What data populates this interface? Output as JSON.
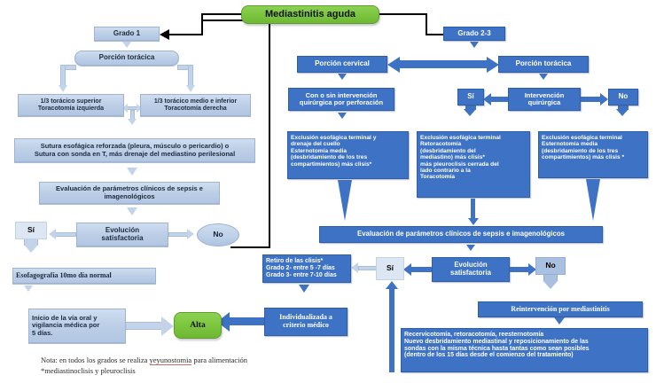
{
  "diagram": {
    "title": "Mediastinitis aguda",
    "type": "flowchart",
    "root": {
      "label": "Mediastinitis aguda"
    },
    "branches": {
      "left": {
        "grade_label": "Grado 1",
        "portion": "Porción torácica",
        "options": [
          {
            "label": "1/3 torácico superior\nToracotomía izquierda"
          },
          {
            "label": "1/3 torácico medio e inferior\nToracotomía derecha"
          }
        ],
        "suture": "Sutura esofágica reforzada (pleura, músculo o pericardio) o\nSutura con sonda en T, más drenaje del mediastino perilesional",
        "evaluation": "Evaluación  de parámetros clínicos de sepsis e\nimagenológicos",
        "decision": "Evolución\nsatisfactoria",
        "yes_label": "Sí",
        "no_label": "No",
        "esophagography": "Esofagografía 10mo día normal",
        "oral_intake": "Inicio de la vía oral y\nvigilancia médica por\n5 días.",
        "discharge": "Alta"
      },
      "right": {
        "grade_label": "Grado 2-3",
        "cervical_portion": "Porción cervical",
        "thoracic_portion": "Porción torácica",
        "cervical_option": "Con o sin intervención\nquirúrgica por perforación",
        "surgical_decision": "Intervención\nquirúrgica",
        "yes_label": "Sí",
        "no_label": "No",
        "treatment_boxes": [
          {
            "id": "cervical-treatment",
            "label": "Exclusión esofágica terminal y\ndrenaje del cuello\nEsternotomía media\n(desbridamiento de los tres\ncompartimientos) más clisis*"
          },
          {
            "id": "thoracic-surgical-treatment",
            "label": "Exclusión esofágica terminal\nRetoracotomía\n(desbridamiento del\nmediastino) más clisis*\nmás pleuroclisis cerrada del\nlado contrario a la\nToracotomía"
          },
          {
            "id": "thoracic-nonsurgical-treatment",
            "label": "Exclusión  esofágica terminal\nEsternotomía media\n(desbridamiento de los tres\ncompartimientos)  más clisis *"
          }
        ],
        "evaluation": "Evaluación  de parámetros clínicos de sepsis e imagenológicos",
        "decision": "Evolución\nsatisfactoria",
        "clisis_removal": "Retiro de las  clisis*\nGrado 2- entre 5 -7 días\nGrado 3- entre 7-10 días",
        "individualized": "Individualizada a\ncriterio médico",
        "reintervention": "Reintervención por mediastinitis",
        "reintervention_detail": "Recervicotomía, retoracotomía, reesternotomía\nNuevo desbridamiento mediastinal y reposicionamiento de las\nsondas con la misma técnica hasta tantas como sean posibles\n(dentro de los 15 días desde el comienzo del tratamiento)"
      }
    },
    "notes": {
      "line1_prefix": "Nota: en todos los grados se realiza ",
      "line1_underlined": "yeyunostomia",
      "line1_suffix": " para alimentación",
      "line2": "*mediastinoclisis y pleuroclisis"
    },
    "colors": {
      "green": "#7cc63f",
      "blue": "#3d72c4",
      "light_blue": "#bed0e8",
      "pale_blue": "#dde6f3",
      "connector": "#000000"
    }
  }
}
